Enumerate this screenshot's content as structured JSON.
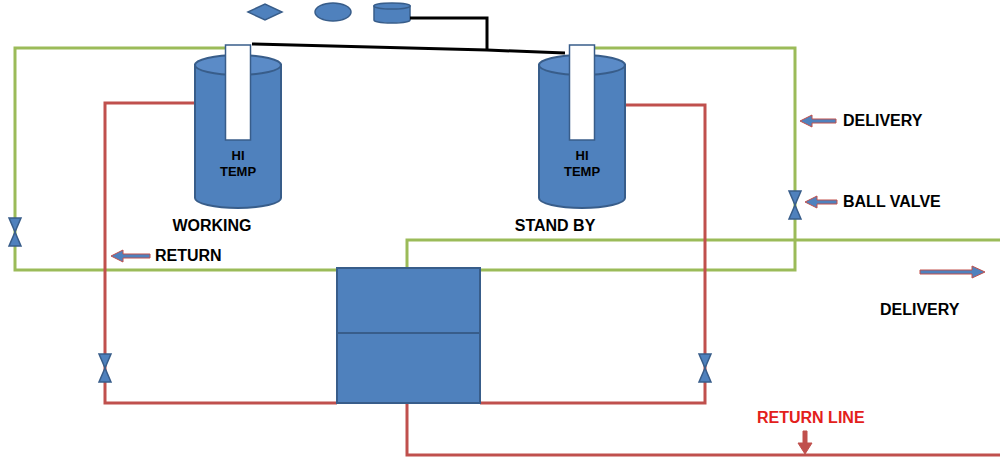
{
  "diagram": {
    "nodes": [
      {
        "text": [
          "HI TEMP",
          "WORKING"
        ]
      },
      {
        "text": [
          "HI TEMP",
          "STAND BY"
        ]
      }
    ],
    "labels": [
      "DELIVERY",
      "BALL VALVE",
      "RETURN",
      "DELIVERY",
      "RETURN LINE"
    ]
  }
}
